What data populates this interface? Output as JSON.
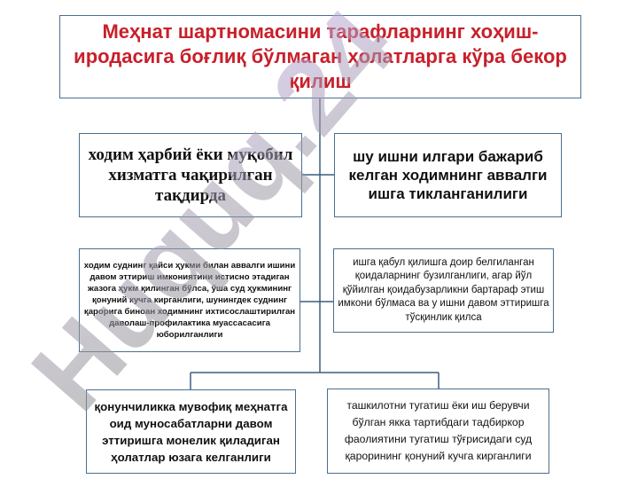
{
  "title": "Меҳнат шартномасини тарафларнинг хоҳиш-иродасига боғлиқ бўлмаган ҳолатларга кўра бекор қилиш",
  "boxes": {
    "b1": "ходим ҳарбий ёки муқобил хизматга чақирилган тақдирда",
    "b2": "шу ишни илгари бажариб келган ходимнинг аввалги ишга тиклангани­лиги",
    "b3": "ходим суднинг қайси ҳукми билан аввалги ишини давом эттириш имкониятини истисно этадиган жазога ҳукм қилинган бўлса, ўша суд ҳукмининг қонуний кучга кирганлиги, шунингдек суднинг қарорига биноан ходимнинг ихтисослаштирилган даволаш-профилактика муассасасига юборилганлиги",
    "b4": "ишга қабул қилишга доир белгиланган қоидаларнинг бузилганлиги, агар йўл қўйилган қоидабузарликни бартараф этиш имкони бўлмаса ва у ишни давом эттиришга тўсқинлик қилса",
    "b5": "қонунчиликка мувофиқ меҳнатга оид муносабатларни давом эттиришга монелик қиладиган ҳолатлар юзага келганлиги",
    "b6": "ташкилотни тугатиш ёки иш берувчи бўлган якка тартибдаги тадбиркор фаолиятини тугатиш тўғрисидаги суд қарорининг қонуний кучга кирганлиги"
  },
  "watermark": "Huquq.24",
  "colors": {
    "title_text": "#c8202a",
    "border": "#4a6f8f",
    "watermark_lower": "#8f8f8f",
    "watermark_upper": "#bfa9de"
  }
}
